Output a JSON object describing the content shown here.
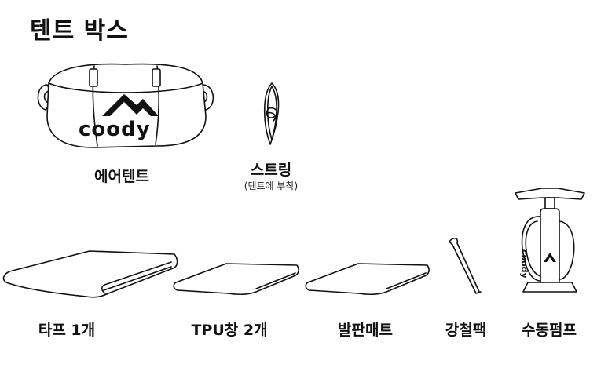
{
  "title": "텐트 박스",
  "items": {
    "air_tent": {
      "label": "에어텐트",
      "brand": "coody"
    },
    "string": {
      "label": "스트링",
      "note": "(텐트에 부착)"
    },
    "tarp": {
      "label": "타프 1개"
    },
    "tpu_window": {
      "label": "TPU창 2개"
    },
    "foot_mat": {
      "label": "발판매트"
    },
    "steel_peg": {
      "label": "강철팩"
    },
    "hand_pump": {
      "label": "수동펌프",
      "brand": "coody"
    }
  }
}
